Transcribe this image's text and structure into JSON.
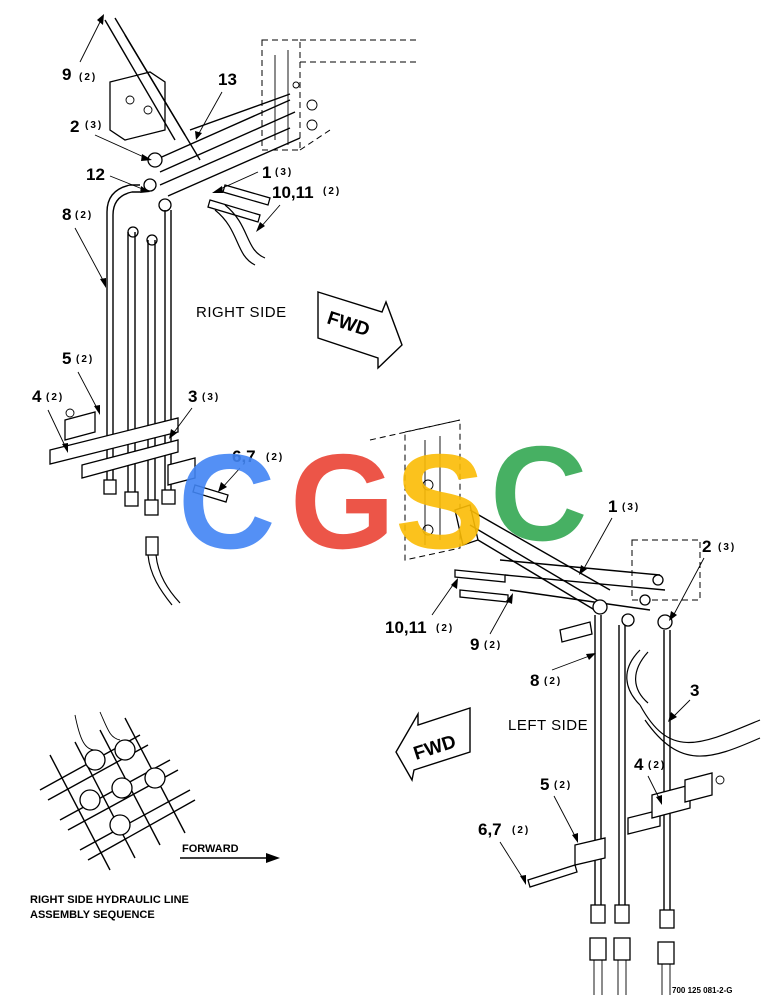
{
  "right_side": {
    "title": "RIGHT SIDE",
    "callouts": [
      {
        "num": "9",
        "qty": "(2)"
      },
      {
        "num": "13",
        "qty": ""
      },
      {
        "num": "2",
        "qty": "(3)"
      },
      {
        "num": "12",
        "qty": ""
      },
      {
        "num": "1",
        "qty": "(3)"
      },
      {
        "num": "10,11",
        "qty": "(2)"
      },
      {
        "num": "8",
        "qty": "(2)"
      },
      {
        "num": "5",
        "qty": "(2)"
      },
      {
        "num": "4",
        "qty": "(2)"
      },
      {
        "num": "3",
        "qty": "(3)"
      },
      {
        "num": "6,7",
        "qty": "(2)"
      }
    ]
  },
  "left_side": {
    "title": "LEFT SIDE",
    "callouts": [
      {
        "num": "1",
        "qty": "(3)"
      },
      {
        "num": "2",
        "qty": "(3)"
      },
      {
        "num": "10,11",
        "qty": "(2)"
      },
      {
        "num": "9",
        "qty": "(2)"
      },
      {
        "num": "8",
        "qty": "(2)"
      },
      {
        "num": "3",
        "qty": ""
      },
      {
        "num": "4",
        "qty": "(2)"
      },
      {
        "num": "5",
        "qty": "(2)"
      },
      {
        "num": "6,7",
        "qty": "(2)"
      }
    ]
  },
  "arrows": {
    "fwd": "FWD",
    "forward": "FORWARD"
  },
  "sequence_caption": [
    "RIGHT SIDE HYDRAULIC LINE",
    "ASSEMBLY SEQUENCE"
  ],
  "figure_number": "700 125 081-2-G",
  "watermark": {
    "letters": [
      "C",
      "G",
      "S",
      "C"
    ],
    "colors": [
      "#4285f4",
      "#ea4335",
      "#fbbc05",
      "#34a853"
    ]
  }
}
